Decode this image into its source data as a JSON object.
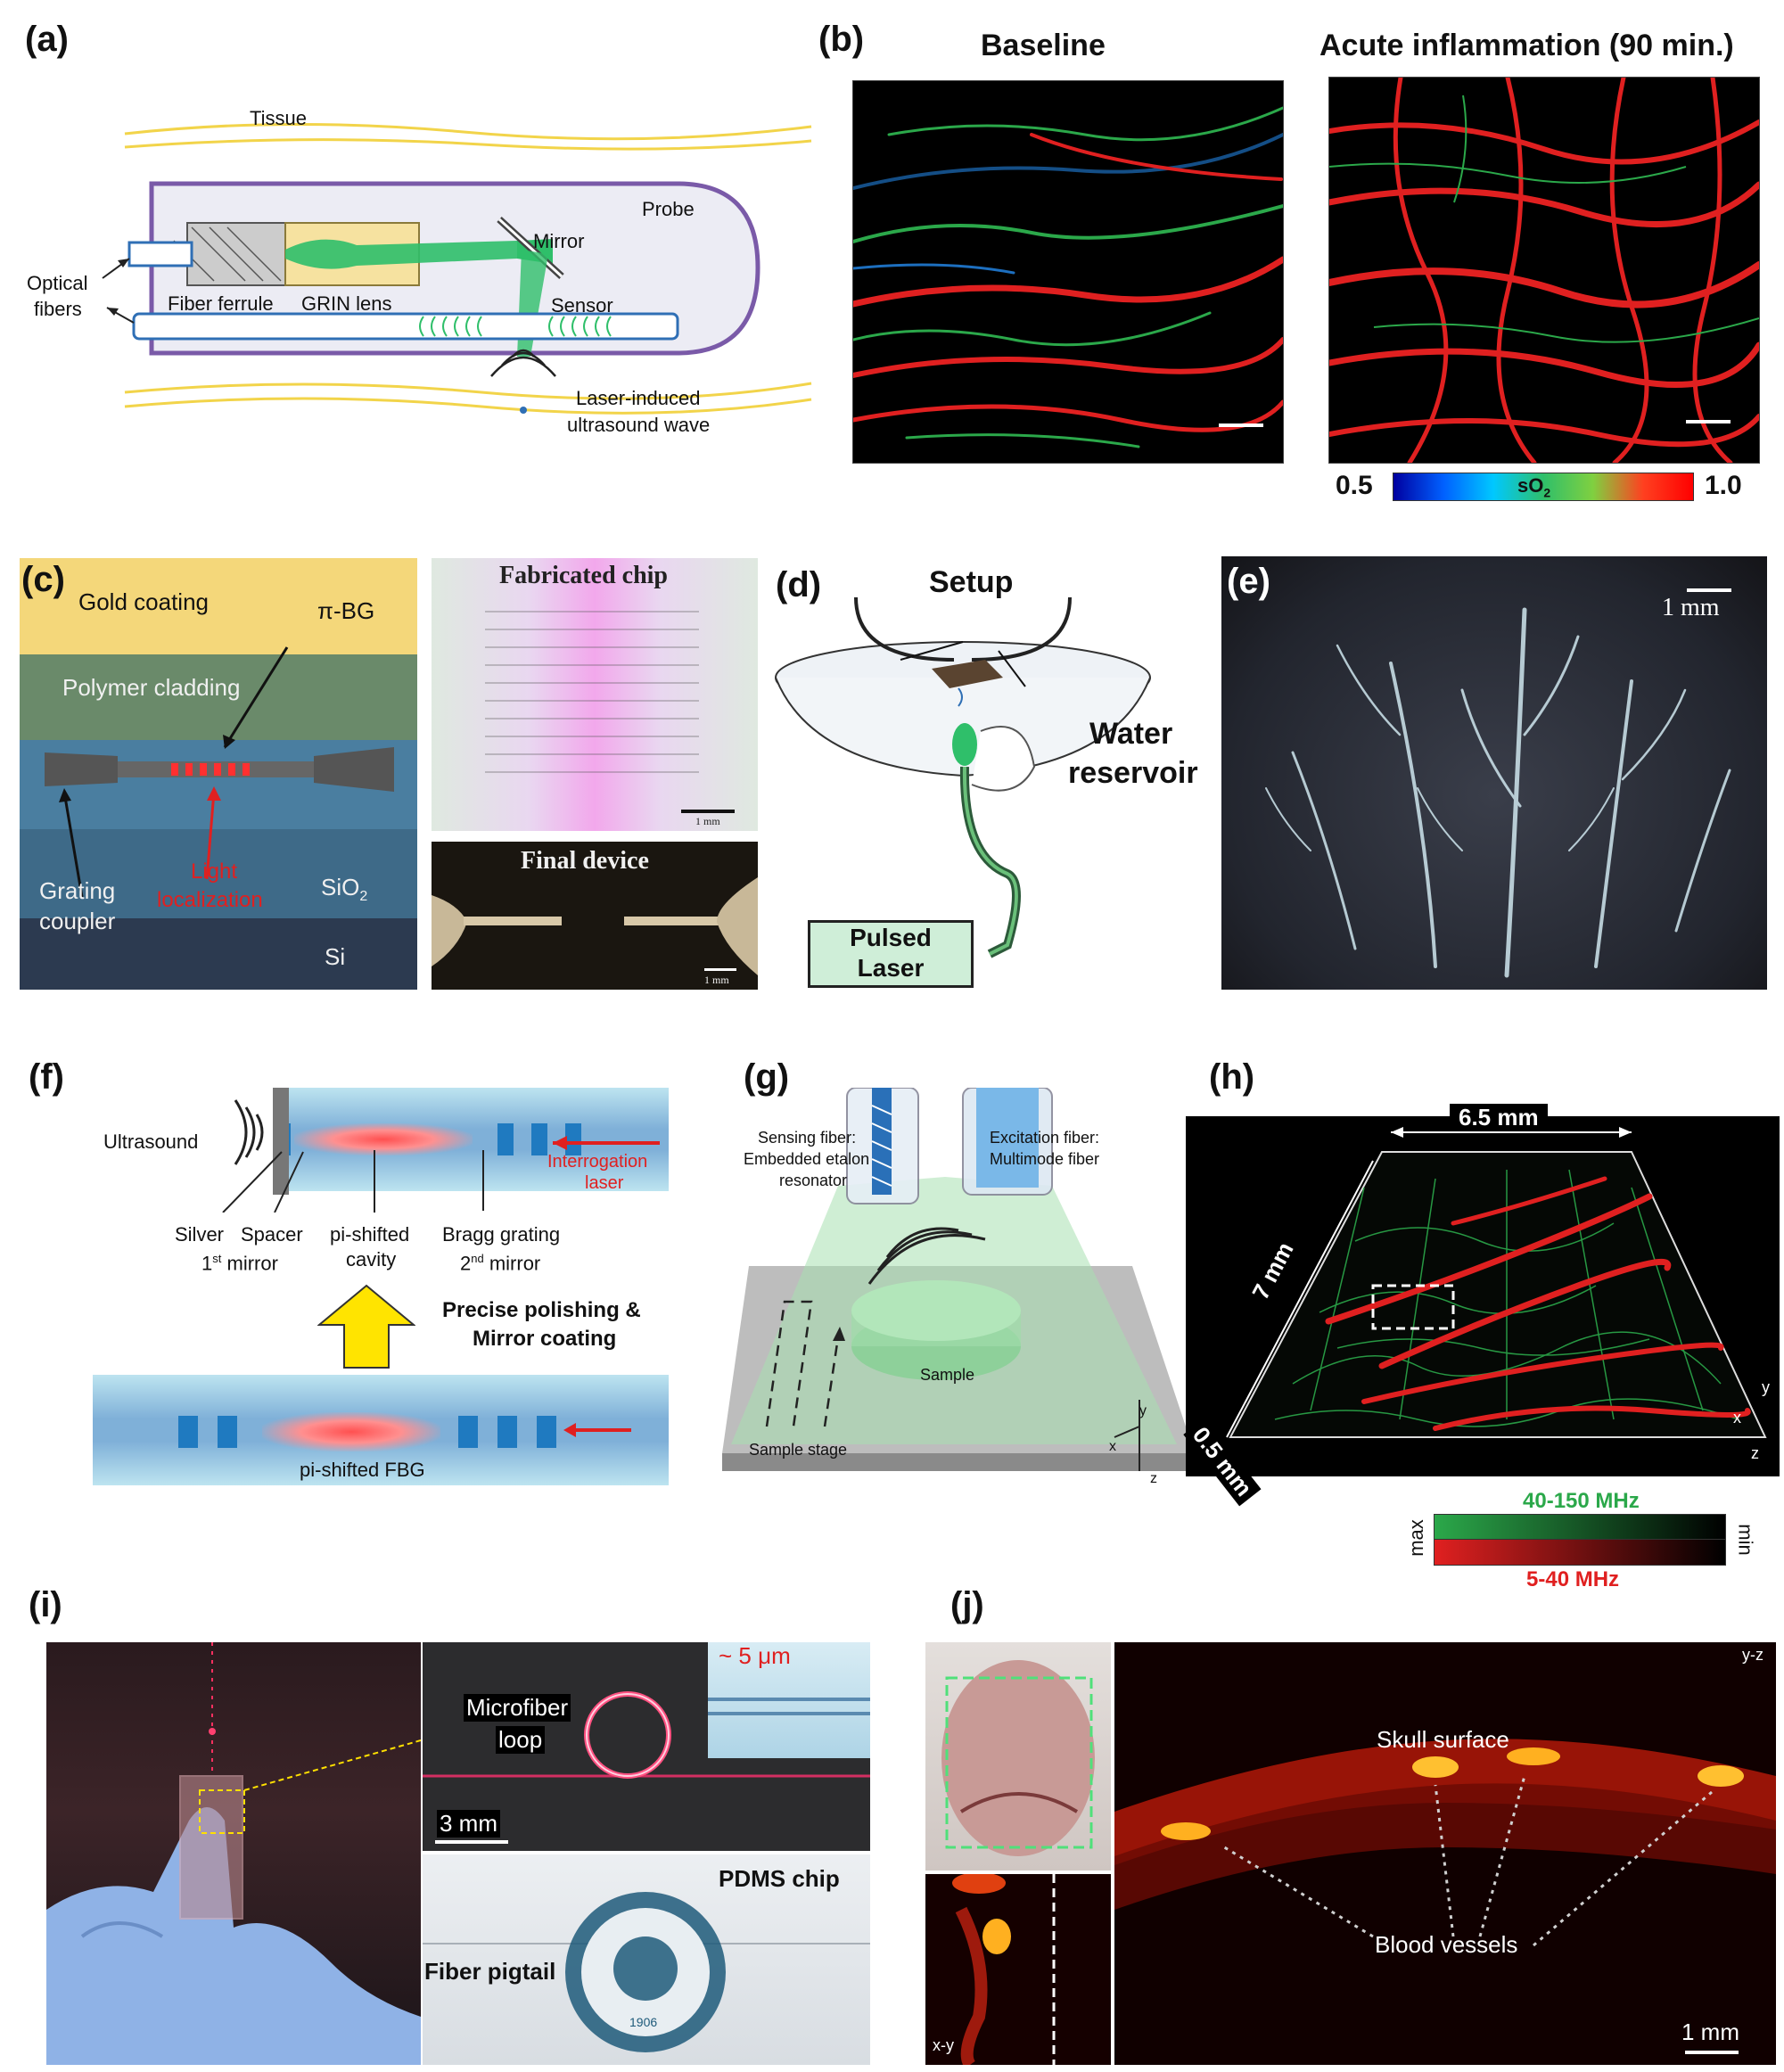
{
  "panels": {
    "a": {
      "letter": "(a)",
      "tissue": "Tissue",
      "probe": "Probe",
      "mirror": "Mirror",
      "optical_fibers": [
        "Optical",
        "fibers"
      ],
      "fiber_ferrule": "Fiber ferrule",
      "grin_lens": "GRIN lens",
      "sensor": "Sensor",
      "wave": [
        "Laser-induced",
        "ultrasound wave"
      ]
    },
    "b": {
      "letter": "(b)",
      "title_left": "Baseline",
      "title_right": "Acute inflammation (90 min.)",
      "colorbar_min": "0.5",
      "colorbar_max": "1.0",
      "colorbar_label": "sO",
      "colorbar_sub": "2"
    },
    "c": {
      "letter": "(c)",
      "gold_coating": "Gold coating",
      "pi_bg": "π-BG",
      "polymer_cladding": "Polymer cladding",
      "grating_coupler": [
        "Grating",
        "coupler"
      ],
      "light_localization": [
        "Light",
        "localization"
      ],
      "sio2": "SiO",
      "sio2_sub": "2",
      "si": "Si",
      "fabricated_chip": "Fabricated chip",
      "final_device": "Final device",
      "scale": "1 mm"
    },
    "d": {
      "letter": "(d)",
      "setup": "Setup",
      "water_reservoir": [
        "Water",
        "reservoir"
      ],
      "pulsed_laser": [
        "Pulsed",
        "Laser"
      ]
    },
    "e": {
      "letter": "(e)",
      "scale": "1 mm"
    },
    "f": {
      "letter": "(f)",
      "ultrasound": "Ultrasound",
      "interrogation": [
        "Interrogation",
        "laser"
      ],
      "silver": "Silver",
      "spacer": "Spacer",
      "first_mirror": "1",
      "first_mirror_sup": "st",
      "first_mirror_rest": " mirror",
      "pi_cavity": [
        "pi-shifted",
        "cavity"
      ],
      "bragg": "Bragg grating",
      "second_mirror": "2",
      "second_mirror_sup": "nd",
      "second_mirror_rest": " mirror",
      "polishing": [
        "Precise polishing &",
        "Mirror coating"
      ],
      "fbg": "pi-shifted FBG"
    },
    "g": {
      "letter": "(g)",
      "sensing_fiber": [
        "Sensing fiber:",
        "Embedded etalon",
        "resonator"
      ],
      "excitation_fiber": [
        "Excitation fiber:",
        "Multimode fiber"
      ],
      "sample": "Sample",
      "sample_stage": "Sample stage",
      "axis_x": "x",
      "axis_y": "y",
      "axis_z": "z"
    },
    "h": {
      "letter": "(h)",
      "width": "6.5 mm",
      "depth": "7 mm",
      "height": "0.5 mm",
      "axis_x": "x",
      "axis_y": "y",
      "axis_z": "z",
      "high_band": "40-150 MHz",
      "low_band": "5-40 MHz",
      "max": "max",
      "min": "min"
    },
    "i": {
      "letter": "(i)",
      "thickness": "~ 5 μm",
      "microfiber_loop": [
        "Microfiber",
        "loop"
      ],
      "scale": "3 mm",
      "pdms_chip": "PDMS chip",
      "fiber_pigtail": "Fiber pigtail",
      "seal_year": "1906"
    },
    "j": {
      "letter": "(j)",
      "skull_surface": "Skull surface",
      "blood_vessels": "Blood vessels",
      "yz": "y-z",
      "xy": "x-y",
      "scale": "1 mm"
    }
  },
  "colors": {
    "fiber_blue": "#2f6fb5",
    "probe_purple": "#7a5aa8",
    "tissue_yellow": "#f2d44a",
    "beam_green": "#2fbf6a",
    "vessel_red": "#e02020",
    "capillary_green": "#3aa842"
  }
}
